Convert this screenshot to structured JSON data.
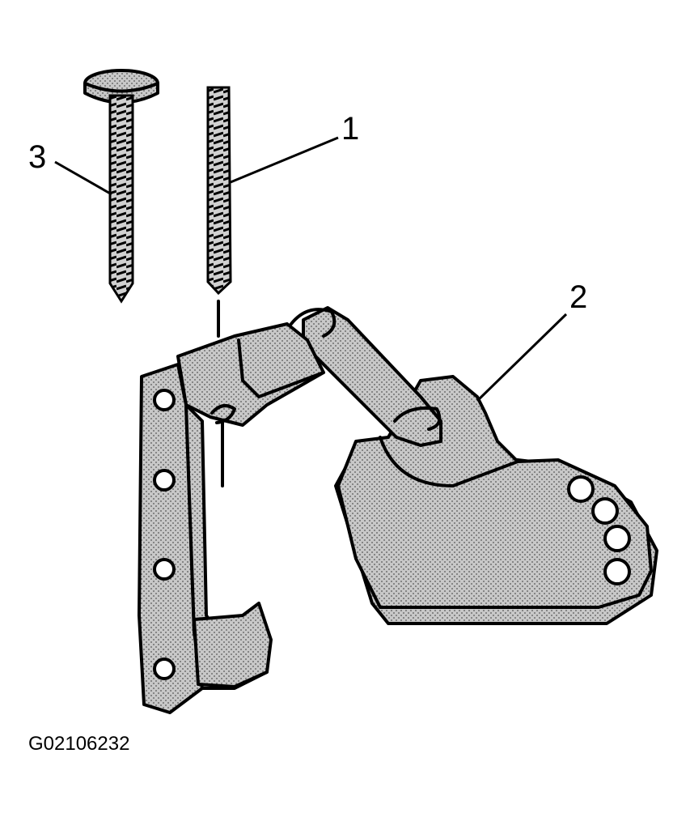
{
  "diagram": {
    "callouts": [
      {
        "id": "callout-1",
        "label": "1"
      },
      {
        "id": "callout-2",
        "label": "2"
      },
      {
        "id": "callout-3",
        "label": "3"
      }
    ],
    "figure_id": "G02106232"
  }
}
